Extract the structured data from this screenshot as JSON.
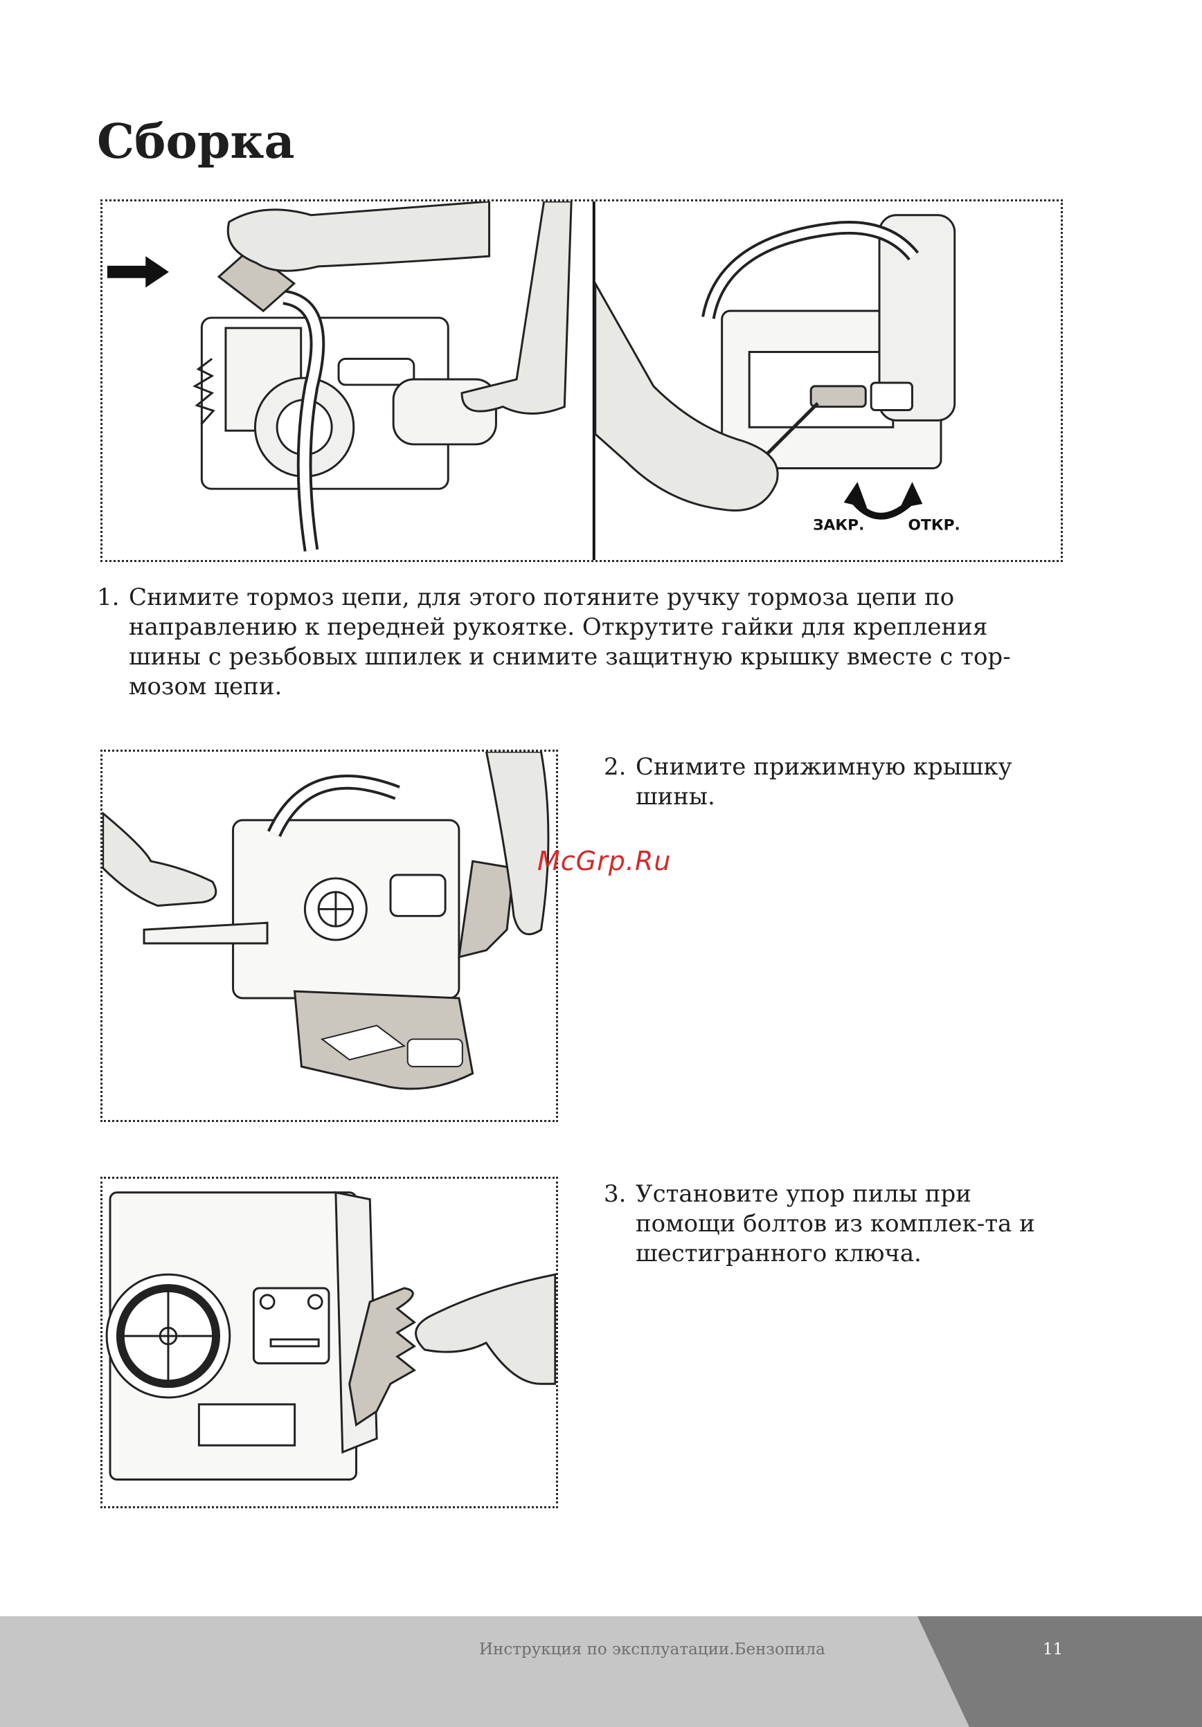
{
  "page": {
    "title": "Сборка",
    "watermark": "McGrp.Ru"
  },
  "figures": {
    "fig1_labels": {
      "close": "ЗАКР.",
      "open": "ОТКР."
    }
  },
  "steps": [
    {
      "number": "1.",
      "text": "Снимите тормоз цепи, для этого потяните ручку тормоза цепи по направлению к передней рукоятке. Открутите гайки для крепления шины с резьбовых шпилек и снимите защитную крышку вместе с тор-мозом цепи."
    },
    {
      "number": "2.",
      "text": "Снимите прижимную крышку шины."
    },
    {
      "number": "3.",
      "text": "Установите упор пилы при помощи болтов из комплек-та и шестигранного ключа."
    }
  ],
  "footer": {
    "text": "Инструкция по эксплуатации.Бензопила",
    "page_number": "11"
  },
  "colors": {
    "footer_light": "#c6c6c6",
    "footer_dark": "#7b7b7b",
    "illustration_fill": "#e8e8e5",
    "cover_fill": "#cbc6be"
  }
}
